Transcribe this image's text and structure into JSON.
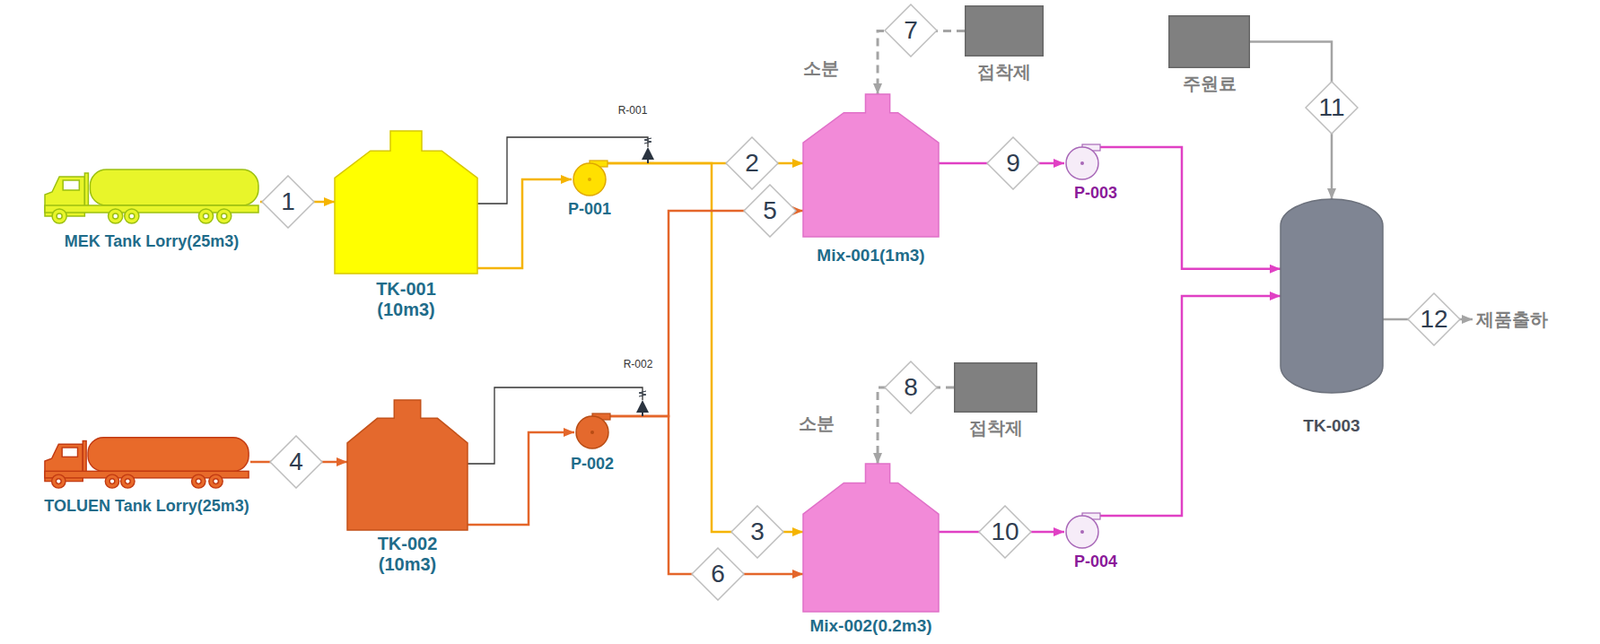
{
  "diagram": {
    "nodes": [
      {
        "text": [
          "접착제"
        ]
      },
      {
        "text": [
          "주원료"
        ]
      },
      {
        "text": [
          "MEK Tank Lorry(25m3)"
        ]
      },
      {
        "text": [
          "TK-001 (10m3)"
        ]
      },
      {
        "text": [
          "P-001"
        ]
      },
      {
        "text": [
          "Mix-001(1m3)"
        ]
      },
      {
        "text": [
          "P-003"
        ]
      },
      {
        "text": [
          "TK-003"
        ]
      },
      {
        "text": [
          "제품출하"
        ]
      },
      {
        "text": [
          "접착제"
        ]
      },
      {
        "text": [
          "TOLUEN Tank Lorry(25m3)"
        ]
      },
      {
        "text": [
          "TK-002 (10m3)"
        ]
      },
      {
        "text": [
          "P-002"
        ]
      },
      {
        "text": [
          "Mix-002(0.2m3)"
        ]
      },
      {
        "text": [
          "P-004"
        ]
      }
    ],
    "edges": [
      {
        "from": 2,
        "to": 3,
        "arrow": "to",
        "label": "1"
      },
      {
        "from": 3,
        "to": 4,
        "arrow": "to"
      },
      {
        "from": 4,
        "to": 5,
        "arrow": "to",
        "label": "2"
      },
      {
        "from": 4,
        "to": 13,
        "arrow": "to",
        "label": "3"
      },
      {
        "from": 10,
        "to": 11,
        "arrow": "to",
        "label": "4"
      },
      {
        "from": 11,
        "to": 12,
        "arrow": "to"
      },
      {
        "from": 12,
        "to": 5,
        "arrow": "to",
        "label": "5"
      },
      {
        "from": 12,
        "to": 13,
        "arrow": "to",
        "label": "6"
      },
      {
        "from": 0,
        "to": 5,
        "arrow": "to",
        "label": "7"
      },
      {
        "from": 9,
        "to": 13,
        "arrow": "to",
        "label": "8"
      },
      {
        "from": 5,
        "to": 6,
        "arrow": "to",
        "label": "9"
      },
      {
        "from": 13,
        "to": 14,
        "arrow": "to",
        "label": "10"
      },
      {
        "from": 6,
        "to": 7,
        "arrow": "to"
      },
      {
        "from": 14,
        "to": 7,
        "arrow": "to"
      },
      {
        "from": 1,
        "to": 7,
        "arrow": "to",
        "label": "11"
      },
      {
        "from": 7,
        "to": 8,
        "arrow": "to",
        "label": "12"
      }
    ],
    "labels": [
      "소분",
      "R-001",
      "소분",
      "R-002"
    ]
  }
}
